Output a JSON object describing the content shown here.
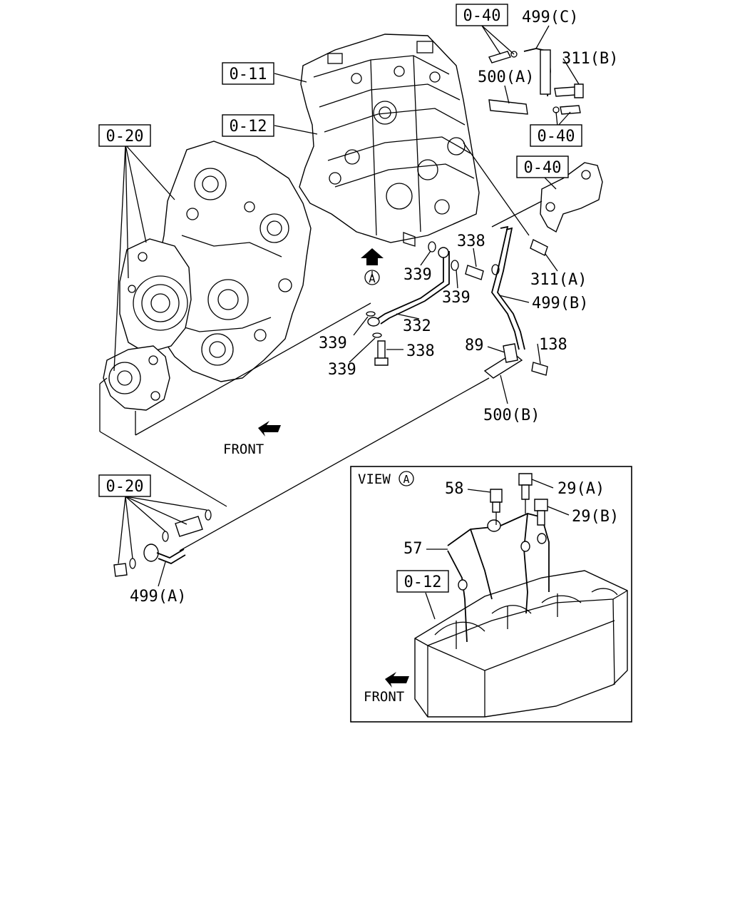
{
  "references": {
    "r040_top": "0-40",
    "r011": "0-11",
    "r012": "0-12",
    "r020_top": "0-20",
    "r040_mid": "0-40",
    "r040_right": "0-40",
    "r020_bottom": "0-20",
    "r012_view": "0-12"
  },
  "labels": {
    "p499c": "499(C)",
    "p311b": "311(B)",
    "p500a": "500(A)",
    "p338_top": "338",
    "p311a": "311(A)",
    "p339_a": "339",
    "p339_b": "339",
    "p499b": "499(B)",
    "p332": "332",
    "p339_c": "339",
    "p338_bot": "338",
    "p339_d": "339",
    "p89": "89",
    "p138": "138",
    "p500b": "500(B)",
    "p499a": "499(A)",
    "front_main": "FRONT",
    "marker_a": "A"
  },
  "view": {
    "title": "VIEW",
    "marker": "A",
    "p58": "58",
    "p29a": "29(A)",
    "p29b": "29(B)",
    "p57": "57",
    "front": "FRONT"
  }
}
